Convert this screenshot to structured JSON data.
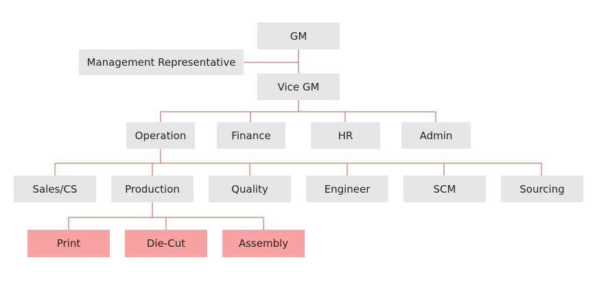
{
  "org_chart": {
    "gm": "GM",
    "management_representative": "Management Representative",
    "vice_gm": "Vice GM",
    "departments": {
      "operation": "Operation",
      "finance": "Finance",
      "hr": "HR",
      "admin": "Admin"
    },
    "operation_units": {
      "sales_cs": "Sales/CS",
      "production": "Production",
      "quality": "Quality",
      "engineer": "Engineer",
      "scm": "SCM",
      "sourcing": "Sourcing"
    },
    "production_units": {
      "print": "Print",
      "die_cut": "Die-Cut",
      "assembly": "Assembly"
    }
  },
  "colors": {
    "box": "#e6e6e6",
    "highlight_box": "#f8a3a3",
    "connector": "#c0504d"
  }
}
